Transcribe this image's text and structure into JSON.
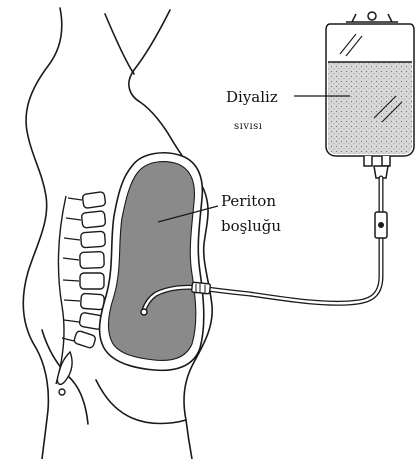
{
  "labels": {
    "dialysis_fluid_line1": "Diyaliz",
    "dialysis_fluid_line2": "sıvısı",
    "peritoneum_line1": "Periton",
    "peritoneum_line2": "boşluğu"
  },
  "colors": {
    "line": "#1a1a1a",
    "cavity_fill": "#8a8a8a",
    "fluid_fill": "#c9c9c9",
    "background": "#ffffff"
  }
}
